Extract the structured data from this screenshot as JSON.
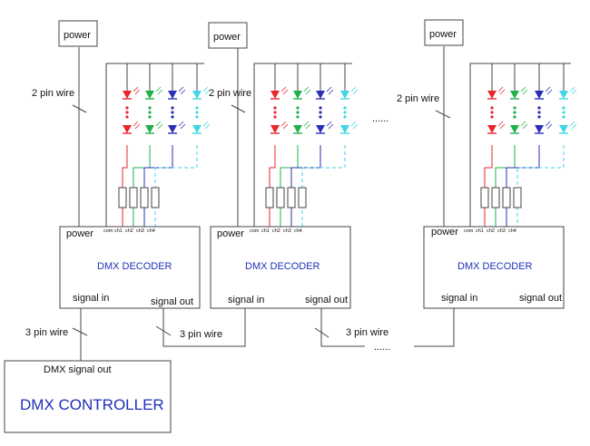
{
  "labels": {
    "power": "power",
    "two_pin_wire": "2 pin wire",
    "three_pin_wire": "3 pin wire",
    "decoder_title": "DMX DECODER",
    "signal_in": "signal in",
    "signal_out": "signal out",
    "controller_title": "DMX CONTROLLER",
    "dmx_signal_out": "DMX signal out",
    "ellipsis": "......",
    "channels": [
      "com",
      "ch1",
      "ch2",
      "ch3",
      "ch4"
    ]
  },
  "colors": {
    "line": "#444444",
    "ch1": "#e8262b",
    "ch2": "#22b04b",
    "ch3": "#2a2fb5",
    "ch4": "#3fd6e6",
    "decoder_text": "#1f2fb8"
  }
}
